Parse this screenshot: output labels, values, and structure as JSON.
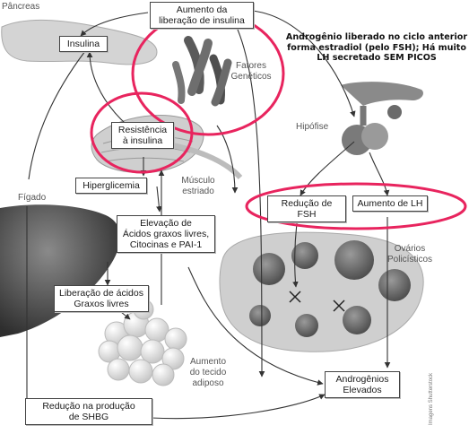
{
  "labels": {
    "pancreas": "Pâncreas",
    "liver": "Fígado",
    "muscle": "Músculo\nestriado",
    "genetic": "Fatores\nGenéticos",
    "pituitary": "Hipófise",
    "ovaries": "Ovários\nPolicísticos",
    "adipose": "Aumento\ndo tecido\nadiposo",
    "credit": "Imagens Shutterstock"
  },
  "boxes": {
    "insulin_release": "Aumento da\nliberação de insulina",
    "insulin": "Insulina",
    "resistance": "Resistência\nà insulina",
    "hyperglycemia": "Hiperglicemia",
    "fatty_acids": "Elevação de\nÁcidos graxos livres,\nCitocinas e PAI-1",
    "fa_release": "Liberação de ácidos\nGraxos livres",
    "shbg": "Redução na produção\nde SHBG",
    "fsh": "Redução de FSH",
    "lh": "Aumento de LH",
    "androgens": "Androgênios\nElevados"
  },
  "annotation": "Androgênio liberado no ciclo anterior\nforma estradiol (pelo FSH); Há muito\nLH secretado SEM PICOS",
  "colors": {
    "highlight": "#e8245e",
    "organ_gray": "#9a9a9a",
    "ovary_fill": "#cfcfcf",
    "follicle": "#6e6e6e"
  }
}
